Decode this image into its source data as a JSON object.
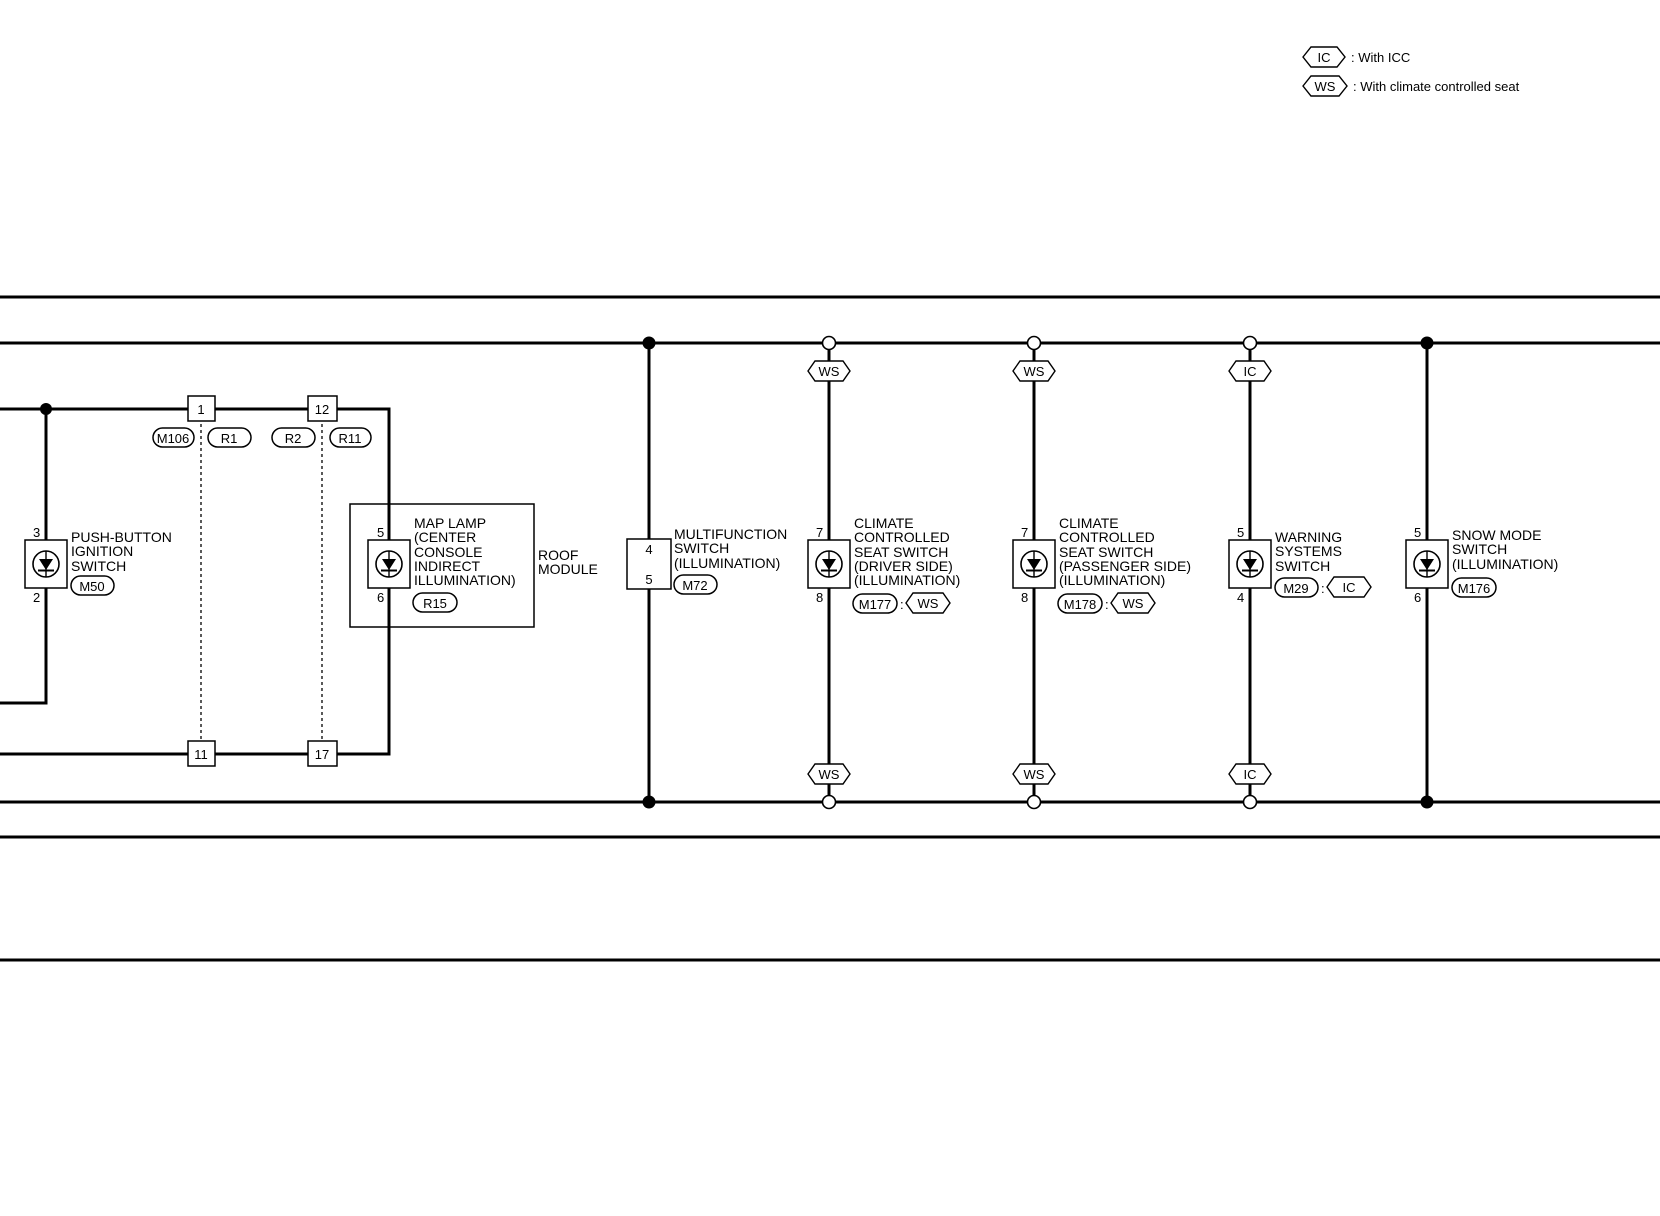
{
  "legend": {
    "ic": {
      "tag": "IC",
      "text": ": With ICC"
    },
    "ws": {
      "tag": "WS",
      "text": ": With climate controlled seat"
    }
  },
  "push_button": {
    "name_lines": [
      "PUSH-BUTTON",
      "IGNITION",
      "SWITCH"
    ],
    "pin_top": "3",
    "pin_bottom": "2",
    "connector": "M50"
  },
  "harness": {
    "left_top": "1",
    "left_bottom": "11",
    "right_top": "12",
    "right_bottom": "17",
    "conn_a": "M106",
    "conn_b": "R1",
    "conn_c": "R2",
    "conn_d": "R11"
  },
  "map_lamp": {
    "name_lines": [
      "MAP LAMP",
      "(CENTER",
      "CONSOLE",
      "INDIRECT",
      "ILLUMINATION)"
    ],
    "pin_top": "5",
    "pin_bottom": "6",
    "connector": "R15",
    "module_lines": [
      "ROOF",
      "MODULE"
    ]
  },
  "multifunction": {
    "name_lines": [
      "MULTIFUNCTION",
      "SWITCH",
      "(ILLUMINATION)"
    ],
    "pin_top": "4",
    "pin_bottom": "5",
    "connector": "M72"
  },
  "seat_driver": {
    "name_lines": [
      "CLIMATE",
      "CONTROLLED",
      "SEAT SWITCH",
      "(DRIVER SIDE)",
      "(ILLUMINATION)"
    ],
    "pin_top": "7",
    "pin_bottom": "8",
    "connector": "M177",
    "option": "WS"
  },
  "seat_passenger": {
    "name_lines": [
      "CLIMATE",
      "CONTROLLED",
      "SEAT SWITCH",
      "(PASSENGER SIDE)",
      "(ILLUMINATION)"
    ],
    "pin_top": "7",
    "pin_bottom": "8",
    "connector": "M178",
    "option": "WS"
  },
  "warning": {
    "name_lines": [
      "WARNING",
      "SYSTEMS",
      "SWITCH"
    ],
    "pin_top": "5",
    "pin_bottom": "4",
    "connector": "M29",
    "option": "IC"
  },
  "snow_mode": {
    "name_lines": [
      "SNOW MODE",
      "SWITCH",
      "(ILLUMINATION)"
    ],
    "pin_top": "5",
    "pin_bottom": "6",
    "connector": "M176"
  },
  "branch_tags": {
    "driver": "WS",
    "passenger": "WS",
    "warning": "IC"
  }
}
